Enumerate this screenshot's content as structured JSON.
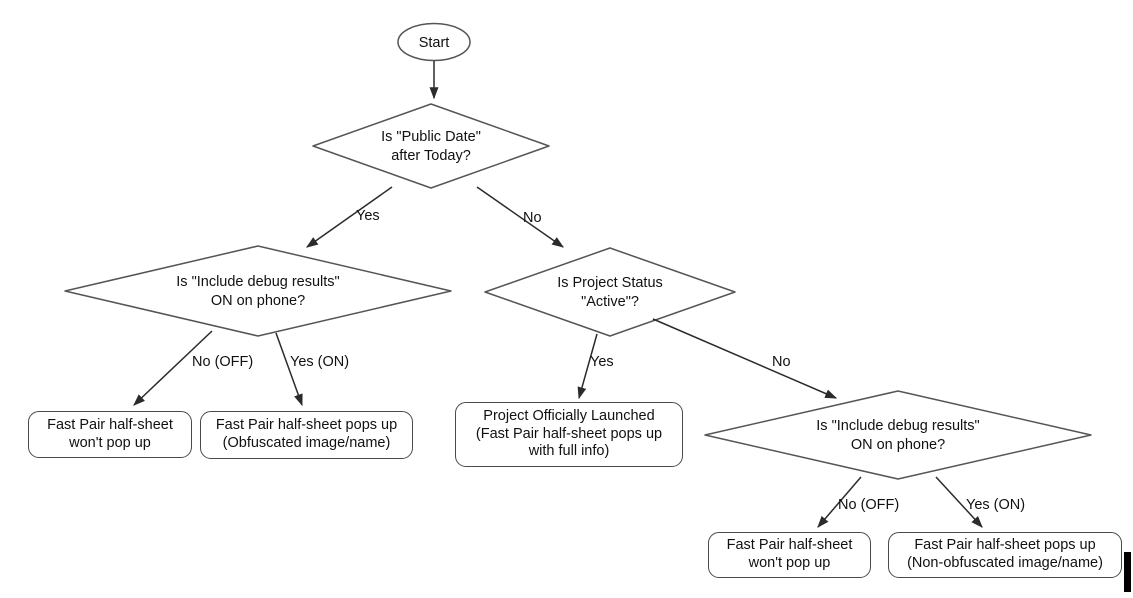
{
  "flowchart": {
    "nodes": {
      "start": "Start",
      "decision_public_date": "Is \"Public Date\"\nafter Today?",
      "decision_debug_left": "Is \"Include debug results\"\nON on phone?",
      "decision_project_status": "Is Project Status\n\"Active\"?",
      "decision_debug_right": "Is \"Include debug results\"\nON on phone?",
      "result_no_popup_left": "Fast Pair half-sheet\nwon't pop up",
      "result_obfuscated": "Fast Pair half-sheet pops up\n(Obfuscated image/name)",
      "result_launched": "Project Officially Launched\n(Fast Pair half-sheet pops up\nwith full info)",
      "result_no_popup_right": "Fast Pair half-sheet\nwon't pop up",
      "result_non_obfuscated": "Fast Pair half-sheet pops up\n(Non-obfuscated image/name)"
    },
    "edge_labels": {
      "public_date_yes": "Yes",
      "public_date_no": "No",
      "debug_left_no": "No (OFF)",
      "debug_left_yes": "Yes (ON)",
      "project_status_yes": "Yes",
      "project_status_no": "No",
      "debug_right_no": "No (OFF)",
      "debug_right_yes": "Yes (ON)"
    },
    "colors": {
      "background": "#ffffff",
      "shape_stroke": "#555555",
      "edge_stroke": "#2b2b2b",
      "text": "#111111",
      "cursor_bar": "#000000"
    }
  }
}
